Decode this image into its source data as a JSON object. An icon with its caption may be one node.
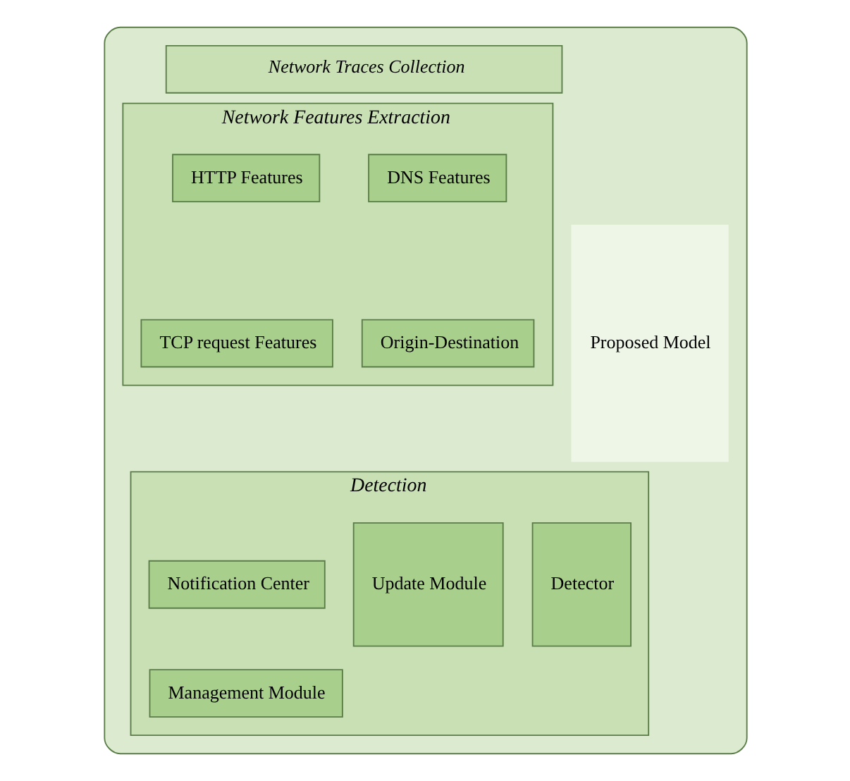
{
  "diagram": {
    "nodes": [
      {
        "text": [],
        "shape": "box"
      },
      {
        "text": [
          "Proposed Model"
        ],
        "in": 0
      },
      {
        "text": [
          "Network Traces Collection"
        ],
        "in": 0
      },
      {
        "text": [
          "Network Features Extraction"
        ],
        "in": 0
      },
      {
        "text": [
          "DNS Features"
        ],
        "in": 3
      },
      {
        "text": [
          "HTTP Features"
        ],
        "in": 3
      },
      {
        "text": [
          "Origin-Destination"
        ],
        "in": 3
      },
      {
        "text": [
          "TCP request Features"
        ],
        "in": 3
      },
      {
        "text": [
          "Detection"
        ],
        "in": 0
      },
      {
        "text": [
          "Detector"
        ],
        "in": 8
      },
      {
        "text": [
          "Update Module"
        ],
        "in": 8
      },
      {
        "text": [
          "Notification Center"
        ],
        "in": 8
      },
      {
        "text": [
          "Management Module"
        ],
        "in": 8
      }
    ],
    "edges": []
  }
}
